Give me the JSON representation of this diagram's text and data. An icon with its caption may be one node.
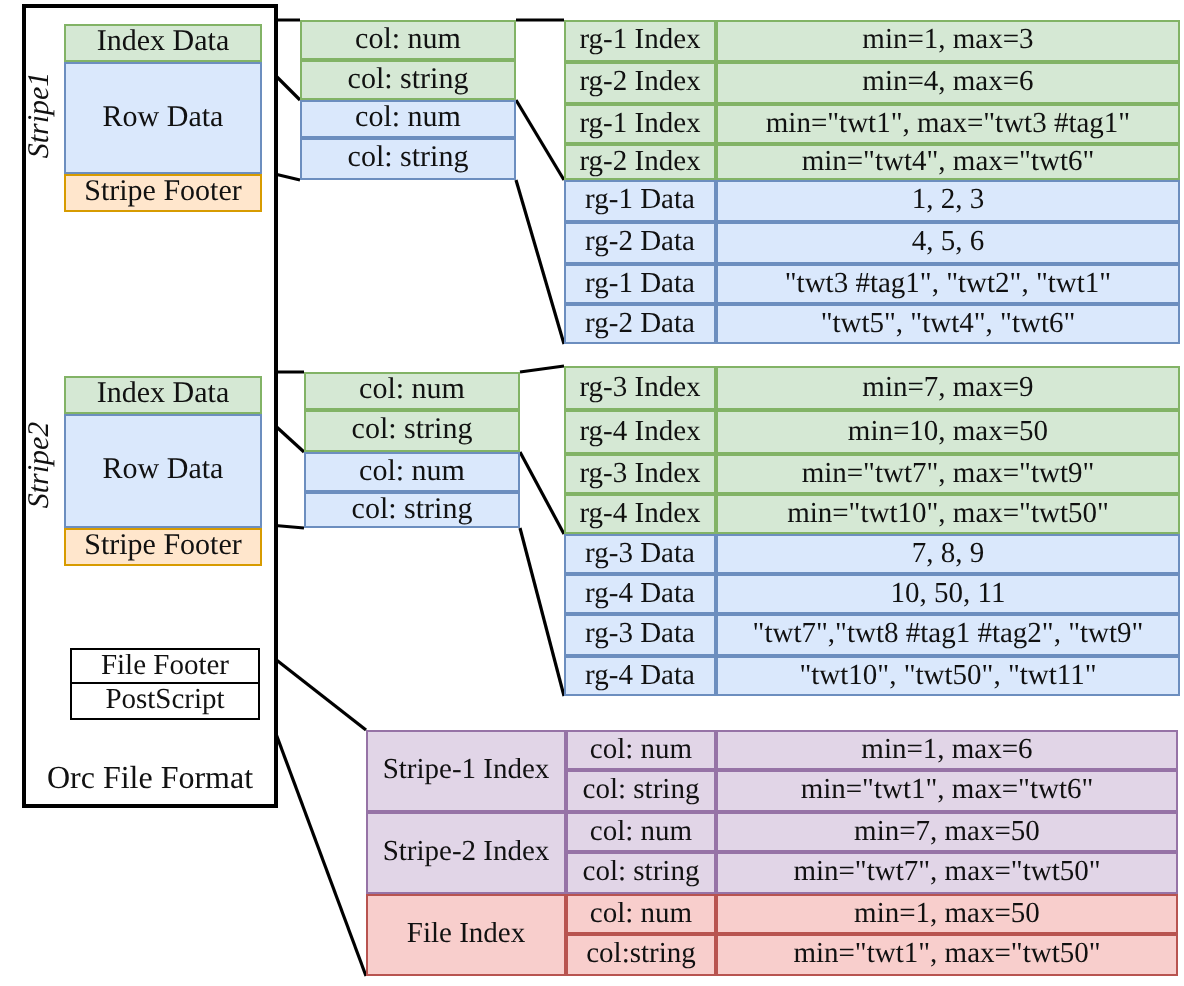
{
  "diagram": {
    "nodes": [
      {
        "text": [
          "Orc File Format"
        ]
      },
      {
        "text": [
          "Index Data"
        ],
        "in": 0
      },
      {
        "text": [
          "Row Data"
        ],
        "in": 0
      },
      {
        "text": [
          "Stripe Footer"
        ],
        "in": 0
      },
      {
        "text": [
          "col: num"
        ]
      },
      {
        "text": [
          "col: string"
        ]
      },
      {
        "text": [
          "col: num"
        ]
      },
      {
        "text": [
          "col: string"
        ]
      },
      {
        "text": [
          "rg-1 Index"
        ]
      },
      {
        "text": [
          "min=1, max=3"
        ]
      },
      {
        "text": [
          "rg-2 Index"
        ]
      },
      {
        "text": [
          "min=4, max=6"
        ]
      },
      {
        "text": [
          "rg-1 Index"
        ]
      },
      {
        "text": [
          "min=\"twt1\", max=\"twt3 #tag1\""
        ]
      },
      {
        "text": [
          "rg-2 Index"
        ]
      },
      {
        "text": [
          "min=\"twt4\", max=\"twt6\""
        ]
      },
      {
        "text": [
          "rg-1 Data"
        ]
      },
      {
        "text": [
          "1, 2, 3"
        ]
      },
      {
        "text": [
          "rg-2 Data"
        ]
      },
      {
        "text": [
          "4, 5, 6"
        ]
      },
      {
        "text": [
          "rg-1 Data"
        ]
      },
      {
        "text": [
          "\"twt3 #tag1\", \"twt2\", \"twt1\""
        ]
      },
      {
        "text": [
          "rg-2 Data"
        ]
      },
      {
        "text": [
          "\"twt5\", \"twt4\", \"twt6\""
        ]
      },
      {
        "text": [
          "Index Data"
        ],
        "in": 0
      },
      {
        "text": [
          "Row Data"
        ],
        "in": 0
      },
      {
        "text": [
          "Stripe Footer"
        ],
        "in": 0
      },
      {
        "text": [
          "col: num"
        ]
      },
      {
        "text": [
          "col: string"
        ]
      },
      {
        "text": [
          "col: num"
        ]
      },
      {
        "text": [
          "col: string"
        ]
      },
      {
        "text": [
          "rg-3 Index"
        ]
      },
      {
        "text": [
          "min=7, max=9"
        ]
      },
      {
        "text": [
          "rg-4 Index"
        ]
      },
      {
        "text": [
          "min=10, max=50"
        ]
      },
      {
        "text": [
          "rg-3 Index"
        ]
      },
      {
        "text": [
          "min=\"twt7\", max=\"twt9\""
        ]
      },
      {
        "text": [
          "rg-4 Index"
        ]
      },
      {
        "text": [
          "min=\"twt10\", max=\"twt50\""
        ]
      },
      {
        "text": [
          "rg-3 Data"
        ]
      },
      {
        "text": [
          "7, 8, 9"
        ]
      },
      {
        "text": [
          "rg-4 Data"
        ]
      },
      {
        "text": [
          "10, 50, 11"
        ]
      },
      {
        "text": [
          "rg-3 Data"
        ]
      },
      {
        "text": [
          "\"twt7\",\"twt8 #tag1 #tag2\", \"twt9\""
        ]
      },
      {
        "text": [
          "rg-4 Data"
        ]
      },
      {
        "text": [
          "\"twt10\", \"twt50\", \"twt11\""
        ]
      },
      {
        "text": [
          "File Footer"
        ],
        "in": 0
      },
      {
        "text": [
          "PostScript"
        ],
        "in": 0
      },
      {
        "text": [
          "Stripe-1 Index"
        ]
      },
      {
        "text": [
          "col: num"
        ]
      },
      {
        "text": [
          "min=1, max=6"
        ]
      },
      {
        "text": [
          "col: string"
        ]
      },
      {
        "text": [
          "min=\"twt1\", max=\"twt6\""
        ]
      },
      {
        "text": [
          "Stripe-2 Index"
        ]
      },
      {
        "text": [
          "col: num"
        ]
      },
      {
        "text": [
          "min=7, max=50"
        ]
      },
      {
        "text": [
          "col: string"
        ]
      },
      {
        "text": [
          "min=\"twt7\", max=\"twt50\""
        ]
      },
      {
        "text": [
          "File Index"
        ]
      },
      {
        "text": [
          "col: num"
        ]
      },
      {
        "text": [
          "min=1, max=50"
        ]
      },
      {
        "text": [
          "col:string"
        ]
      },
      {
        "text": [
          "min=\"twt1\", max=\"twt50\""
        ]
      }
    ],
    "edges": [
      {
        "from": 1,
        "to": 4,
        "arrow": "none"
      },
      {
        "from": 2,
        "to": 6,
        "arrow": "none"
      },
      {
        "from": 2,
        "to": 7,
        "arrow": "none"
      },
      {
        "from": 4,
        "to": 8,
        "arrow": "none"
      },
      {
        "from": 6,
        "to": 16,
        "arrow": "none"
      },
      {
        "from": 7,
        "to": 22,
        "arrow": "none"
      },
      {
        "from": 24,
        "to": 27,
        "arrow": "none"
      },
      {
        "from": 25,
        "to": 29,
        "arrow": "none"
      },
      {
        "from": 25,
        "to": 30,
        "arrow": "none"
      },
      {
        "from": 27,
        "to": 31,
        "arrow": "none"
      },
      {
        "from": 29,
        "to": 39,
        "arrow": "none"
      },
      {
        "from": 30,
        "to": 45,
        "arrow": "none"
      },
      {
        "from": 47,
        "to": 49,
        "arrow": "none"
      },
      {
        "from": 47,
        "to": 59,
        "arrow": "none"
      }
    ],
    "labels": [
      "Stripe1",
      "Stripe2"
    ]
  }
}
